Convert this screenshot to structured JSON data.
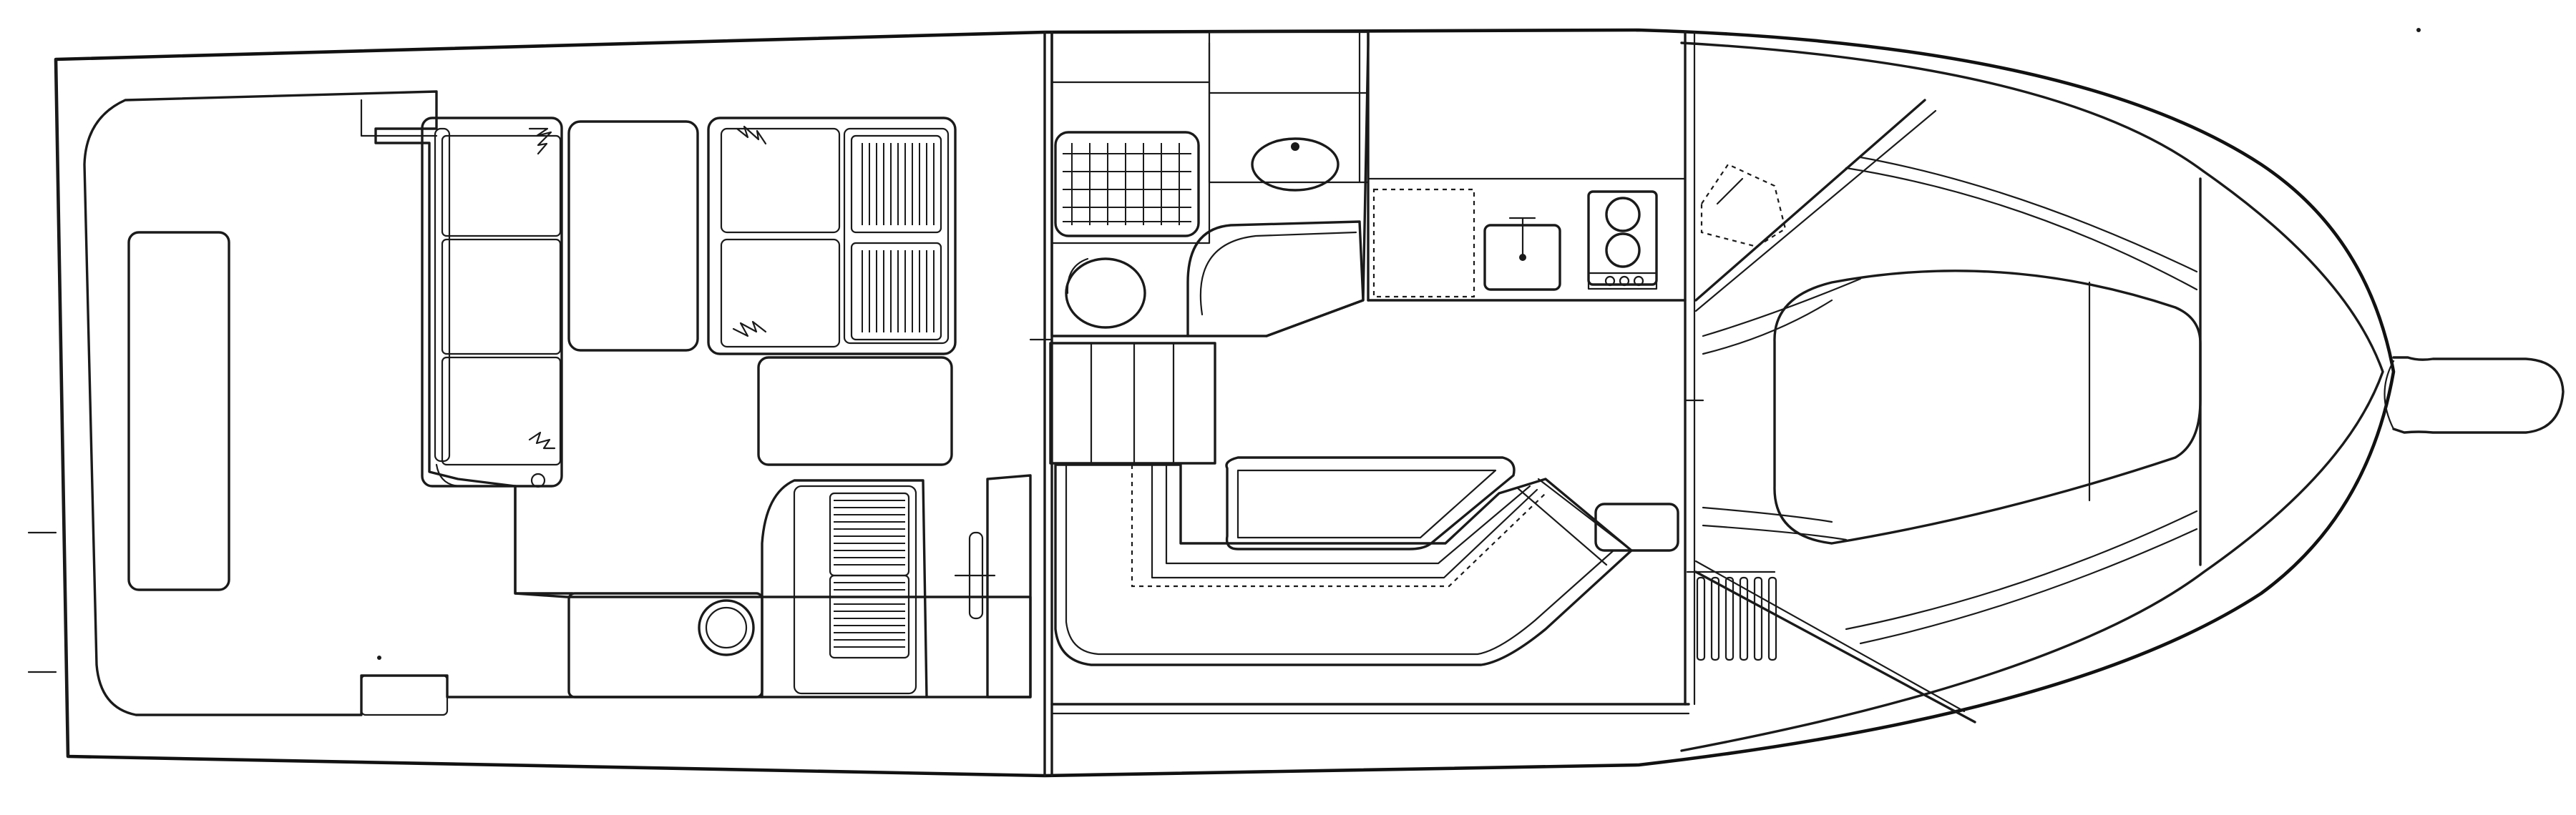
{
  "diagram": {
    "kind": "boat deck layout",
    "colors": {
      "line": "#1a1a1a",
      "background": "#ffffff"
    },
    "areas": [
      "cockpit",
      "salon-settee",
      "dinette",
      "head",
      "galley",
      "lower-lounge",
      "forward-stateroom",
      "bow-pulpit"
    ]
  }
}
